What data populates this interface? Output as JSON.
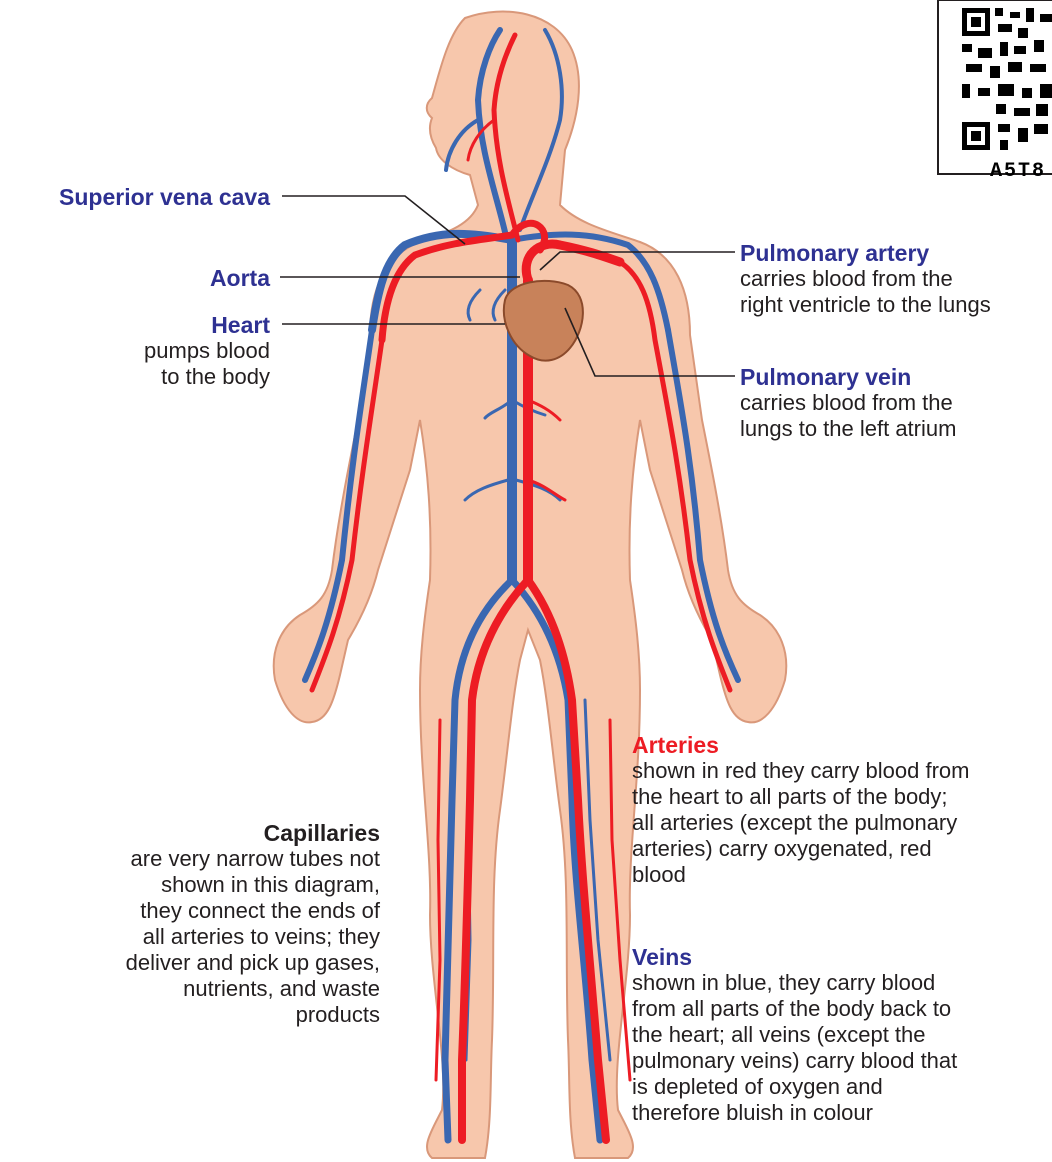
{
  "labels": {
    "superior_vena_cava": {
      "title": "Superior vena cava"
    },
    "aorta": {
      "title": "Aorta"
    },
    "heart": {
      "title": "Heart",
      "desc_lines": [
        "pumps blood",
        "to the body"
      ]
    },
    "pulmonary_artery": {
      "title": "Pulmonary artery",
      "desc_lines": [
        "carries blood from the",
        "right ventricle to the lungs"
      ]
    },
    "pulmonary_vein": {
      "title": "Pulmonary vein",
      "desc_lines": [
        "carries blood from the",
        "lungs to the left atrium"
      ]
    },
    "arteries": {
      "title": "Arteries",
      "desc_lines": [
        "shown in red they carry blood from",
        "the heart to all parts of the body;",
        "all arteries (except the pulmonary",
        "arteries) carry oxygenated, red",
        "blood"
      ]
    },
    "veins": {
      "title": "Veins",
      "desc_lines": [
        "shown in blue, they carry blood",
        "from all parts of the body back to",
        "the heart; all veins (except the",
        "pulmonary veins) carry blood that",
        "is depleted of oxygen and",
        "therefore bluish in colour"
      ]
    },
    "capillaries": {
      "title": "Capillaries",
      "desc_lines": [
        "are very narrow tubes not",
        "shown in this diagram,",
        "they connect the ends of",
        "all arteries to veins; they",
        "deliver and pick up gases,",
        "nutrients, and waste",
        "products"
      ]
    }
  },
  "qr_code": {
    "text": "A5T8"
  },
  "colors": {
    "skin": "#f7c7ac",
    "skin_outline": "#d9987a",
    "artery": "#ed1c24",
    "vein": "#3a67b1",
    "heart": "#c8825a",
    "label_blue": "#2e3192",
    "label_red": "#ed1c24",
    "text": "#231f20"
  }
}
